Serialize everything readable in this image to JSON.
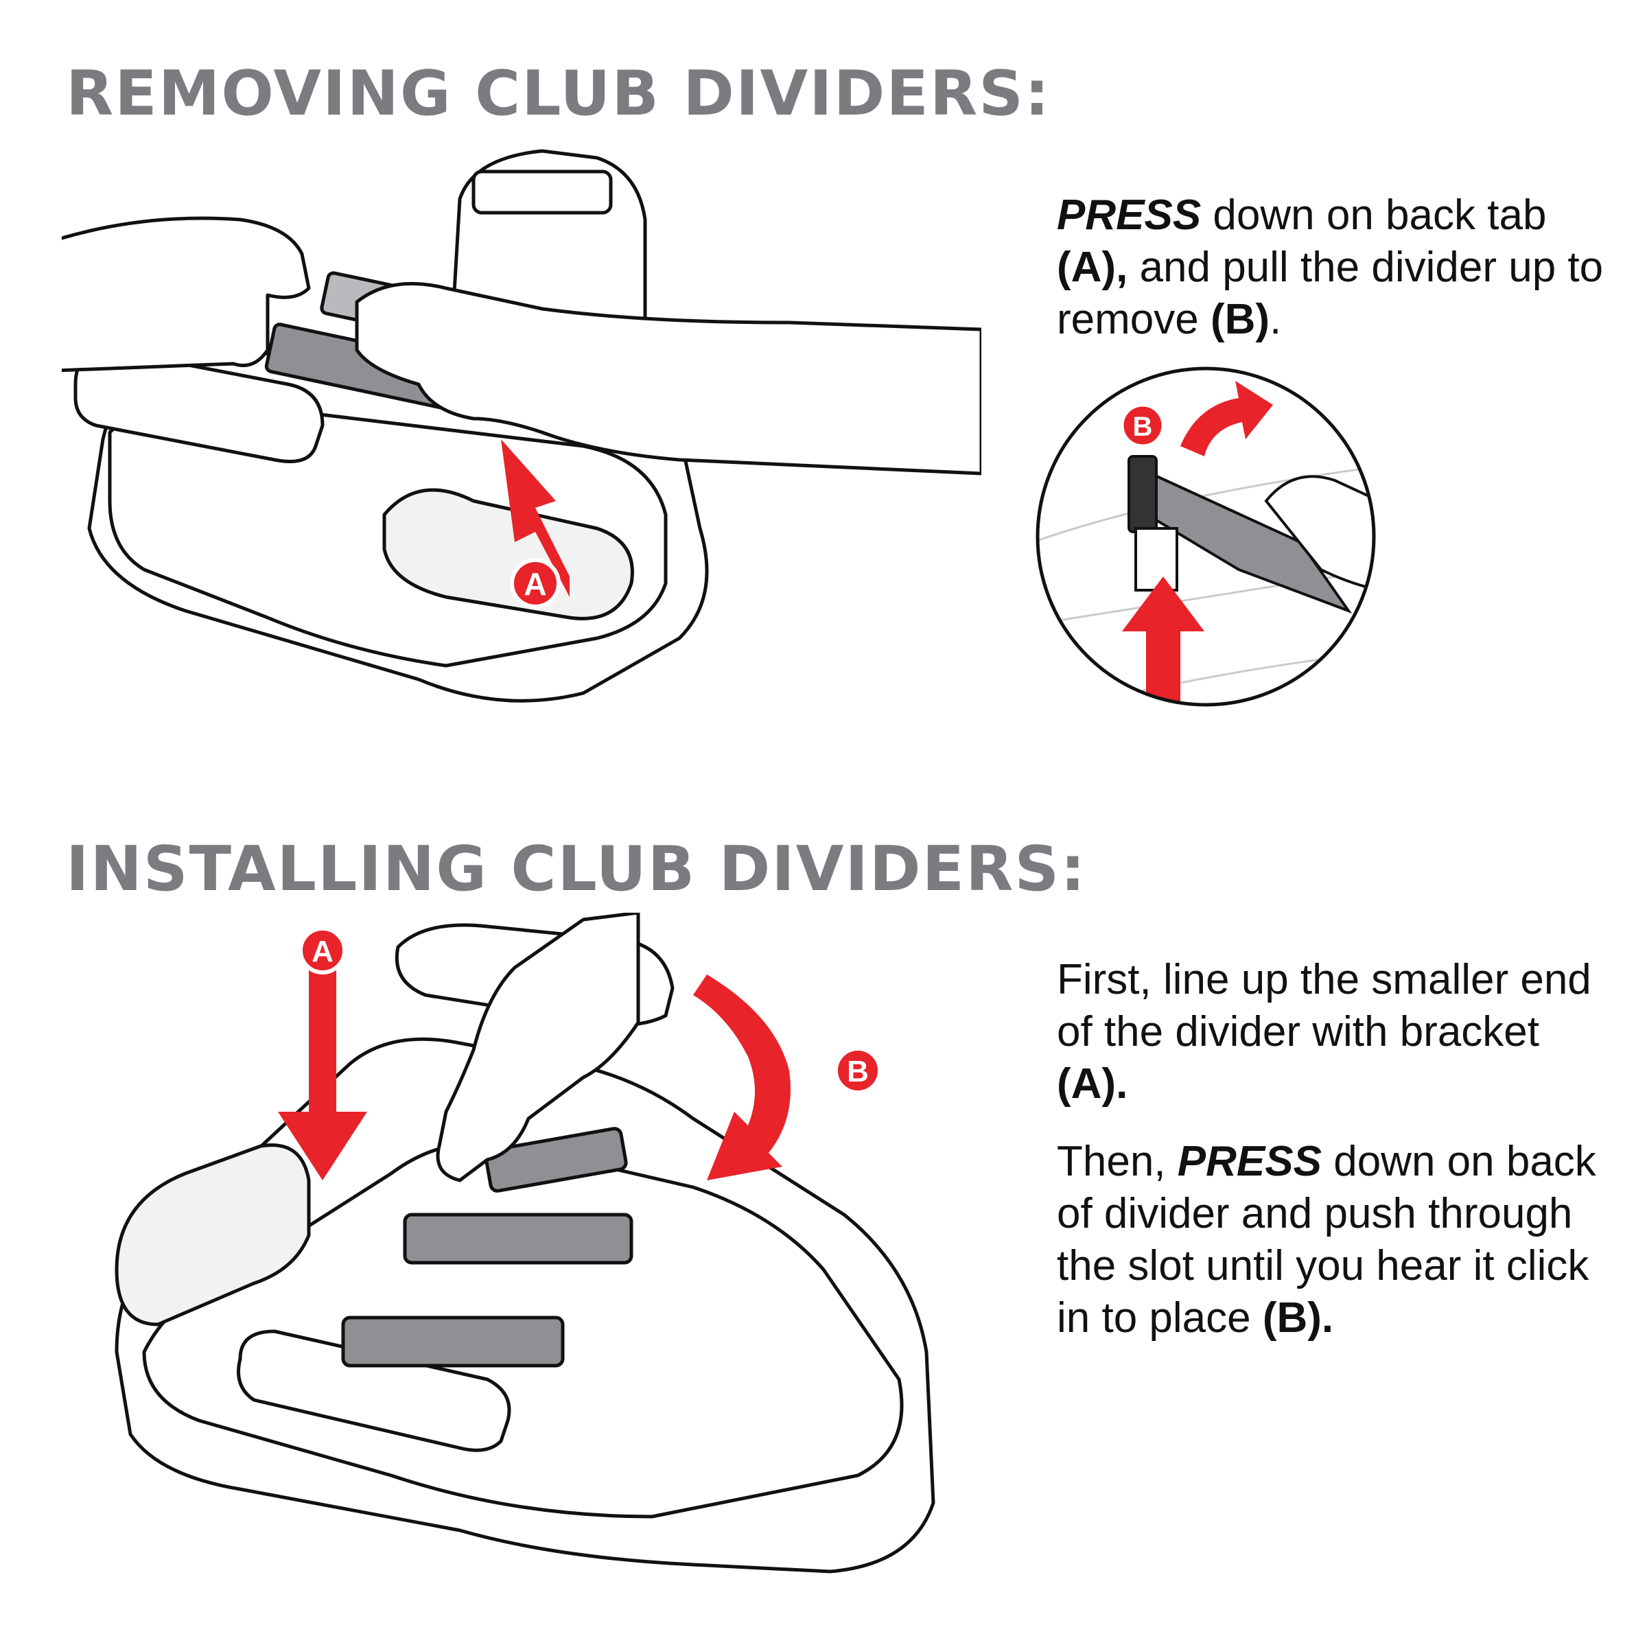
{
  "sections": {
    "removing": {
      "heading": "REMOVING CLUB DIVIDERS:",
      "instruction": {
        "press": "PRESS",
        "text1": " down on back tab ",
        "labelA": "(A),",
        "text2": " and pull the divider up to remove ",
        "labelB": "(B)",
        "text3": "."
      },
      "badges": {
        "a": "A",
        "b": "B"
      }
    },
    "installing": {
      "heading": "INSTALLING CLUB DIVIDERS:",
      "step1": {
        "text1": "First, line up the smaller end of the divider with bracket ",
        "labelA": "(A).",
        "text2": ""
      },
      "step2": {
        "text1": "Then, ",
        "press": "PRESS",
        "text2": " down on back of divider and push through the slot until you hear it click in to place ",
        "labelB": "(B)."
      },
      "badges": {
        "a": "A",
        "b": "B"
      }
    }
  },
  "colors": {
    "heading": "#7a7c80",
    "accent_red": "#e8232a",
    "outline": "#111111",
    "divider_gray": "#8e9094"
  }
}
